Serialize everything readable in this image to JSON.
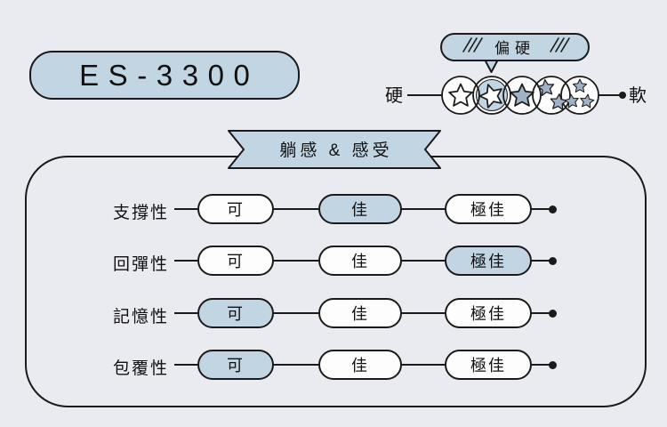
{
  "colors": {
    "page_bg": "#eaebf0",
    "accent_fill": "#c1d5e3",
    "star_fill": "#9fb2c8",
    "pill_fill": "#fdfdfe",
    "outline": "#1a1a1a",
    "text": "#111111"
  },
  "model_badge": {
    "label": "ES-3300"
  },
  "firmness_scale": {
    "bubble_label": "偏硬",
    "bubble_hatch_icon": "triple-slash-hatch",
    "left_label": "硬",
    "right_label": "軟",
    "levels": 5,
    "selected_level": 2,
    "level_icons": [
      "one-outline-star",
      "one-outline-star-selected",
      "one-filled-star",
      "two-filled-stars",
      "three-filled-stars"
    ]
  },
  "section_banner": {
    "title": "躺感 & 感受"
  },
  "ratings": {
    "scale_labels": [
      "可",
      "佳",
      "極佳"
    ],
    "rows": [
      {
        "label": "支撐性",
        "value": "佳",
        "cells": [
          {
            "label": "可",
            "selected": false
          },
          {
            "label": "佳",
            "selected": true
          },
          {
            "label": "極佳",
            "selected": false
          }
        ]
      },
      {
        "label": "回彈性",
        "value": "極佳",
        "cells": [
          {
            "label": "可",
            "selected": false
          },
          {
            "label": "佳",
            "selected": false
          },
          {
            "label": "極佳",
            "selected": true
          }
        ]
      },
      {
        "label": "記憶性",
        "value": "可",
        "cells": [
          {
            "label": "可",
            "selected": true
          },
          {
            "label": "佳",
            "selected": false
          },
          {
            "label": "極佳",
            "selected": false
          }
        ]
      },
      {
        "label": "包覆性",
        "value": "可",
        "cells": [
          {
            "label": "可",
            "selected": true
          },
          {
            "label": "佳",
            "selected": false
          },
          {
            "label": "極佳",
            "selected": false
          }
        ]
      }
    ]
  }
}
